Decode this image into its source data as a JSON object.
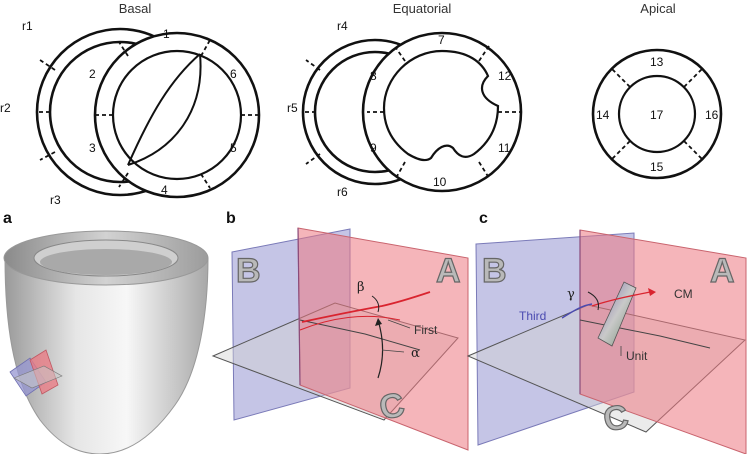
{
  "top": {
    "basal": {
      "title": "Basal",
      "segments": [
        "1",
        "2",
        "3",
        "4",
        "5",
        "6"
      ],
      "landmarks": [
        "r1",
        "r2",
        "r3"
      ]
    },
    "equatorial": {
      "title": "Equatorial",
      "segments": [
        "7",
        "8",
        "9",
        "10",
        "11",
        "12"
      ],
      "landmarks": [
        "r4",
        "r5",
        "r6"
      ]
    },
    "apical": {
      "title": "Apical",
      "segments": [
        "13",
        "14",
        "15",
        "16",
        "17"
      ]
    }
  },
  "panels": {
    "a": {
      "label": "a"
    },
    "b": {
      "label": "b",
      "planes": [
        "A",
        "B",
        "C"
      ],
      "angles": [
        "β",
        "α"
      ],
      "annotations": [
        "First"
      ]
    },
    "c": {
      "label": "c",
      "planes": [
        "A",
        "B",
        "C"
      ],
      "angles": [
        "γ"
      ],
      "annotations": [
        "Third",
        "CM",
        "Unit"
      ]
    }
  },
  "colors": {
    "plane_a": "#ec7882",
    "plane_b": "#9696d2",
    "plane_c": "#d2d2d2",
    "fiber_red": "#d9242f",
    "fiber_blue": "#4a4ab0"
  }
}
